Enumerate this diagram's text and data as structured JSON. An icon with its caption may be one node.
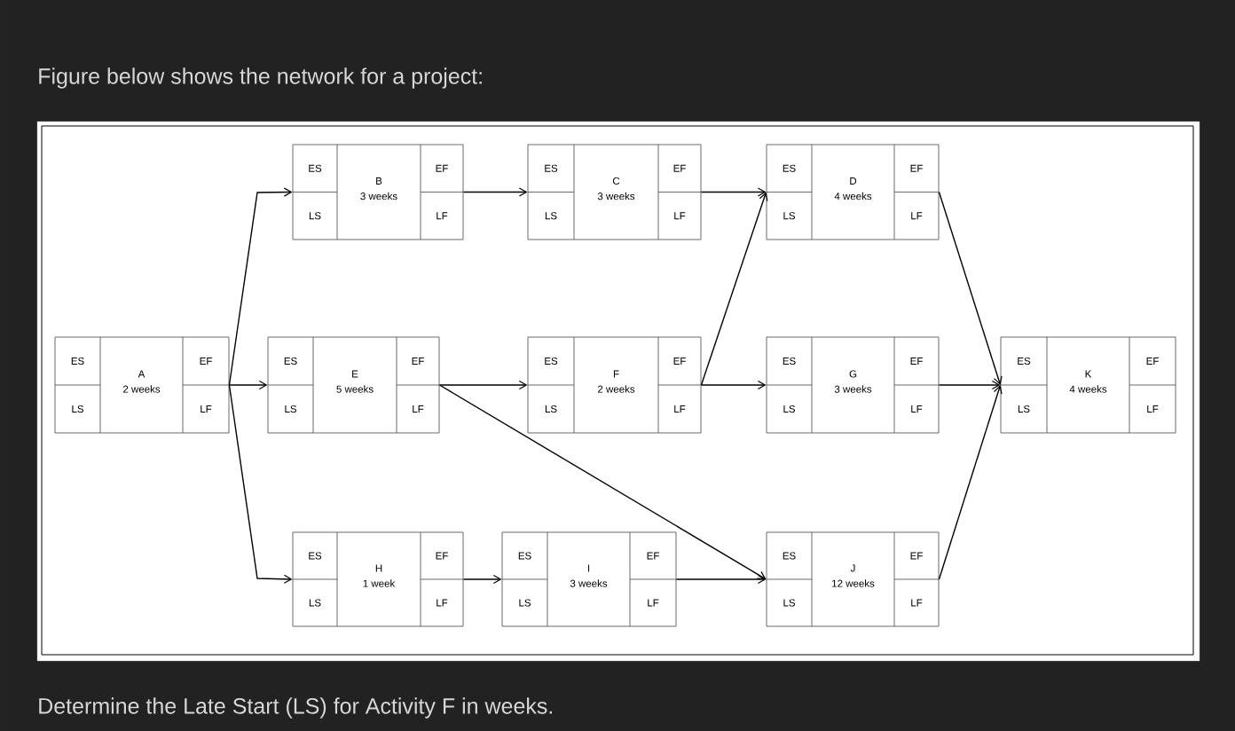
{
  "diagram": {
    "title": "Figure below shows the network for a project:",
    "caption": "Determine the Late Start (LS) for Activity F in weeks.",
    "nodes": [
      {
        "text": [
          "ES",
          "LS",
          "A",
          "2 weeks",
          "EF",
          "LF"
        ]
      },
      {
        "text": [
          "ES",
          "LS",
          "B",
          "3 weeks",
          "EF",
          "LF"
        ]
      },
      {
        "text": [
          "ES",
          "LS",
          "C",
          "3 weeks",
          "EF",
          "LF"
        ]
      },
      {
        "text": [
          "ES",
          "LS",
          "D",
          "4 weeks",
          "EF",
          "LF"
        ]
      },
      {
        "text": [
          "ES",
          "LS",
          "E",
          "5 weeks",
          "EF",
          "LF"
        ]
      },
      {
        "text": [
          "ES",
          "LS",
          "F",
          "2 weeks",
          "EF",
          "LF"
        ]
      },
      {
        "text": [
          "ES",
          "LS",
          "G",
          "3 weeks",
          "EF",
          "LF"
        ]
      },
      {
        "text": [
          "ES",
          "LS",
          "H",
          "1 week",
          "EF",
          "LF"
        ]
      },
      {
        "text": [
          "ES",
          "LS",
          "I",
          "3 weeks",
          "EF",
          "LF"
        ]
      },
      {
        "text": [
          "ES",
          "LS",
          "J",
          "12 weeks",
          "EF",
          "LF"
        ]
      },
      {
        "text": [
          "ES",
          "LS",
          "K",
          "4 weeks",
          "EF",
          "LF"
        ]
      }
    ],
    "edges": [
      {
        "from": 0,
        "to": 1,
        "arrow": "to"
      },
      {
        "from": 0,
        "to": 4,
        "arrow": "to"
      },
      {
        "from": 0,
        "to": 7,
        "arrow": "to"
      },
      {
        "from": 1,
        "to": 2,
        "arrow": "to"
      },
      {
        "from": 2,
        "to": 3,
        "arrow": "to"
      },
      {
        "from": 4,
        "to": 5,
        "arrow": "to"
      },
      {
        "from": 4,
        "to": 9,
        "arrow": "to"
      },
      {
        "from": 5,
        "to": 3,
        "arrow": "to"
      },
      {
        "from": 5,
        "to": 6,
        "arrow": "to"
      },
      {
        "from": 7,
        "to": 8,
        "arrow": "to"
      },
      {
        "from": 8,
        "to": 9,
        "arrow": "to"
      },
      {
        "from": 3,
        "to": 10,
        "arrow": "to"
      },
      {
        "from": 6,
        "to": 10,
        "arrow": "to"
      },
      {
        "from": 9,
        "to": 10,
        "arrow": "to"
      }
    ]
  }
}
